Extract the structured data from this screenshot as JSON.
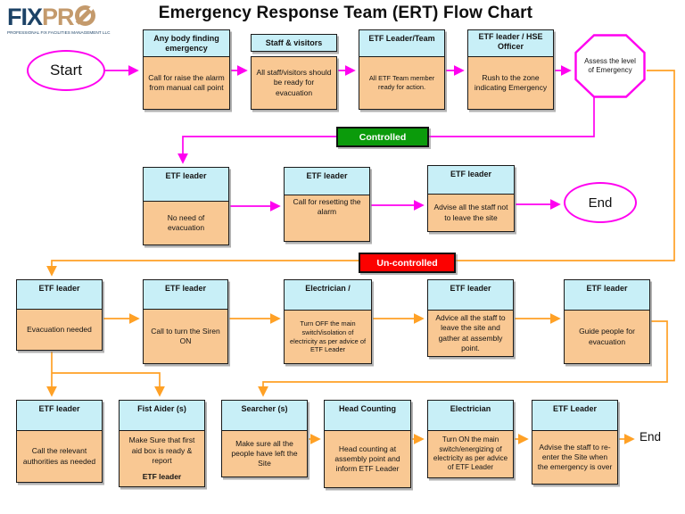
{
  "title": "Emergency Response Team (ERT) Flow Chart",
  "logo": {
    "fix": "FIX",
    "pro_pr": "PR",
    "tagline": "PROFESSIONAL FIX FACILITIES MANAGEMENT LLC"
  },
  "terminators": {
    "start": "Start",
    "end_controlled": "End",
    "end_uncontrolled": "End"
  },
  "decision": "Assess the level of Emergency",
  "branch_labels": {
    "controlled": "Controlled",
    "uncontrolled": "Un-controlled"
  },
  "colors": {
    "magenta_line": "#ff00f0",
    "orange_line": "#ffa126",
    "controlled_green": "#0b9b0b",
    "uncontrolled_red": "#fc0100",
    "header_fill": "#c8eff7",
    "body_fill": "#f9c893",
    "logo_navy": "#1c4266",
    "logo_tan": "#c49a6c"
  },
  "rows": {
    "row1": [
      {
        "header": "Any body finding emergency",
        "body": "Call for raise the alarm from manual call point"
      },
      {
        "header": "Staff & visitors",
        "body": "All staff/visitors should be ready for evacuation"
      },
      {
        "header": "ETF Leader/Team",
        "body": "All ETF Team member ready for action."
      },
      {
        "header": "ETF leader / HSE Officer",
        "body": "Rush to the  zone indicating Emergency"
      }
    ],
    "row2": [
      {
        "header": "ETF leader",
        "body": "No need of evacuation"
      },
      {
        "header": "ETF leader",
        "body": "Call for resetting the alarm"
      },
      {
        "header": "ETF leader",
        "body": "Advise all the staff not to leave the site"
      }
    ],
    "row3": [
      {
        "header": "ETF leader",
        "body": "Evacuation needed"
      },
      {
        "header": "ETF leader",
        "body": "Call to turn the Siren ON"
      },
      {
        "header": "Electrician /",
        "body": "Turn OFF the main switch/isolation of electricity as per advice of ETF Leader"
      },
      {
        "header": "ETF leader",
        "body": "Advice all the staff to leave the site and gather at assembly point."
      },
      {
        "header": "ETF leader",
        "body": "Guide people for evacuation"
      }
    ],
    "row4": [
      {
        "header": "ETF leader",
        "body": "Call the relevant authorities as needed"
      },
      {
        "header": "Fist Aider (s)",
        "body": "Make Sure that first aid box is ready & report ",
        "body_bold": "ETF leader"
      },
      {
        "header": "Searcher (s)",
        "body": "Make sure all the people have left the Site"
      },
      {
        "header": "Head Counting",
        "body": "Head counting at assembly point and inform ETF Leader"
      },
      {
        "header": "Electrician",
        "body": "Turn ON  the main switch/energizing of electricity as per advice of ETF Leader"
      },
      {
        "header": "ETF Leader",
        "body": "Advise the staff to re-enter the Site when the emergency is over"
      }
    ]
  }
}
